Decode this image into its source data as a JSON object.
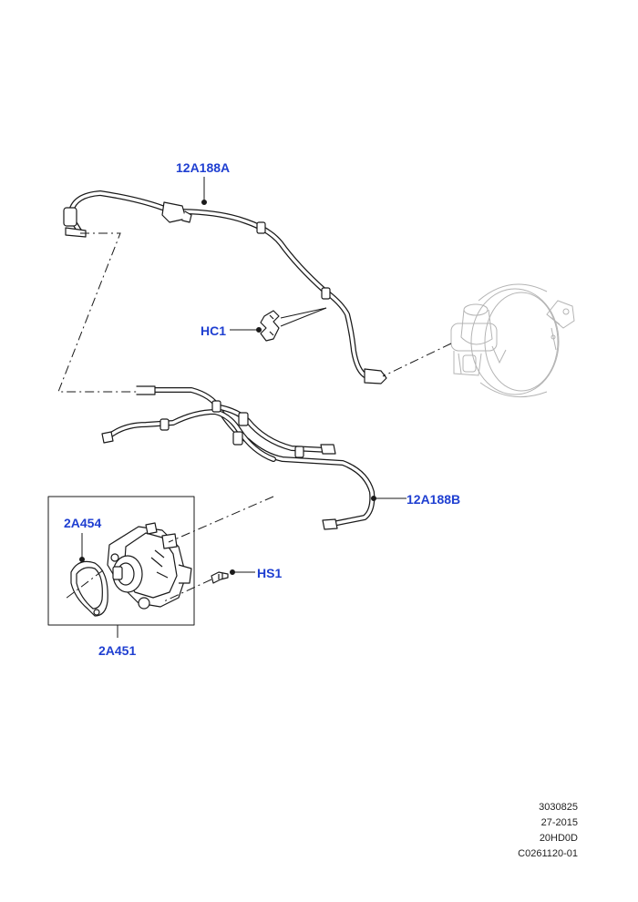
{
  "colors": {
    "callout": "#1f3fd1",
    "line": "#1a1a1a",
    "faint": "#b4b4b4"
  },
  "callouts": {
    "hose_upper": "12A188A",
    "clip": "HC1",
    "hose_lower": "12A188B",
    "gasket": "2A454",
    "bolt": "HS1",
    "vacuum_pump": "2A451"
  },
  "footer": {
    "line1": "3030825",
    "line2": "27-2015",
    "line3": "20HD0D",
    "line4": "C0261120-01"
  }
}
